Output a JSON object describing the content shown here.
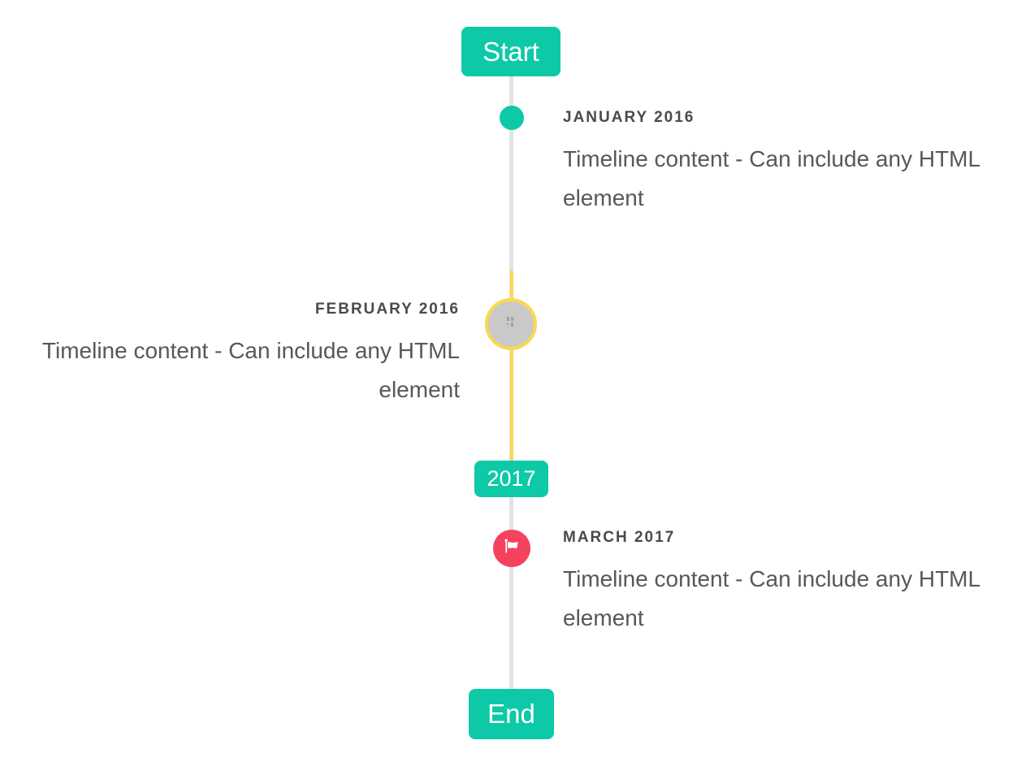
{
  "timeline": {
    "start_label": "Start",
    "year_badge": "2017",
    "end_label": "End"
  },
  "events": [
    {
      "date": "JANUARY 2016",
      "content": "Timeline content - Can include any HTML element",
      "side": "right",
      "marker": "teal-dot"
    },
    {
      "date": "FEBRUARY 2016",
      "content": "Timeline content - Can include any HTML element",
      "side": "left",
      "marker": "gray-circle-broken-image"
    },
    {
      "date": "MARCH 2017",
      "content": "Timeline content - Can include any HTML element",
      "side": "right",
      "marker": "red-flag-circle"
    }
  ],
  "icons": {
    "flag": "flag-icon",
    "broken_image": "broken-image-icon"
  },
  "colors": {
    "accent_teal": "#0ec9a7",
    "period_yellow": "#fbd84e",
    "flag_red": "#f5425f",
    "line_gray": "#e3e3e3",
    "marker_gray_fill": "#c9c9c9",
    "date_text": "#4a4a4a",
    "content_text": "#55585c"
  }
}
